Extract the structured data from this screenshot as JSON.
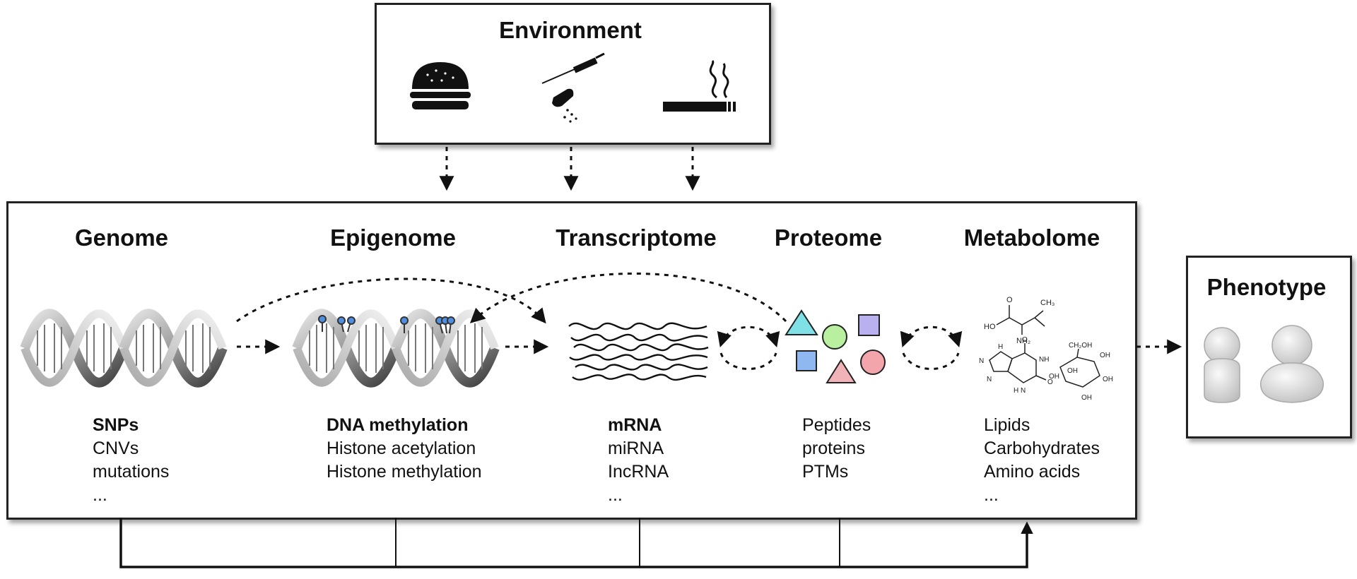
{
  "environment": {
    "title": "Environment",
    "icons": [
      "burger-icon",
      "drug-syringe-pill-icon",
      "cigarette-icon"
    ]
  },
  "omics": [
    {
      "title": "Genome",
      "items": [
        "SNPs",
        "CNVs",
        "mutations",
        "..."
      ],
      "bold_first": true
    },
    {
      "title": "Epigenome",
      "items": [
        "DNA methylation",
        "Histone acetylation",
        "Histone methylation"
      ],
      "bold_first": true
    },
    {
      "title": "Transcriptome",
      "items": [
        "mRNA",
        "miRNA",
        "IncRNA",
        "..."
      ],
      "bold_first": true
    },
    {
      "title": "Proteome",
      "items": [
        "Peptides",
        "proteins",
        "PTMs"
      ],
      "bold_first": false
    },
    {
      "title": "Metabolome",
      "items": [
        "Lipids",
        "Carbohydrates",
        "Amino acids",
        "..."
      ],
      "bold_first": false
    }
  ],
  "phenotype": {
    "title": "Phenotype"
  },
  "molecule_labels": {
    "amino_acid": [
      "HO",
      "O",
      "NH₂",
      "CH₃"
    ],
    "nucleobase": [
      "N",
      "N",
      "NH",
      "O",
      "H",
      "N",
      "O",
      "H"
    ],
    "sugar": [
      "CH₂OH",
      "OH",
      "OH",
      "OH",
      "OH",
      "OH"
    ]
  },
  "colors": {
    "border": "#222222",
    "methyl_blue": "#4f8fe0",
    "triangle_cyan": "#7fe0e6",
    "circle_green": "#b8f0a0",
    "square_purple": "#b8b0ef",
    "square_blue": "#8fb8f0",
    "triangle_pink": "#f2b3b8",
    "circle_pink": "#f2a6ab"
  }
}
